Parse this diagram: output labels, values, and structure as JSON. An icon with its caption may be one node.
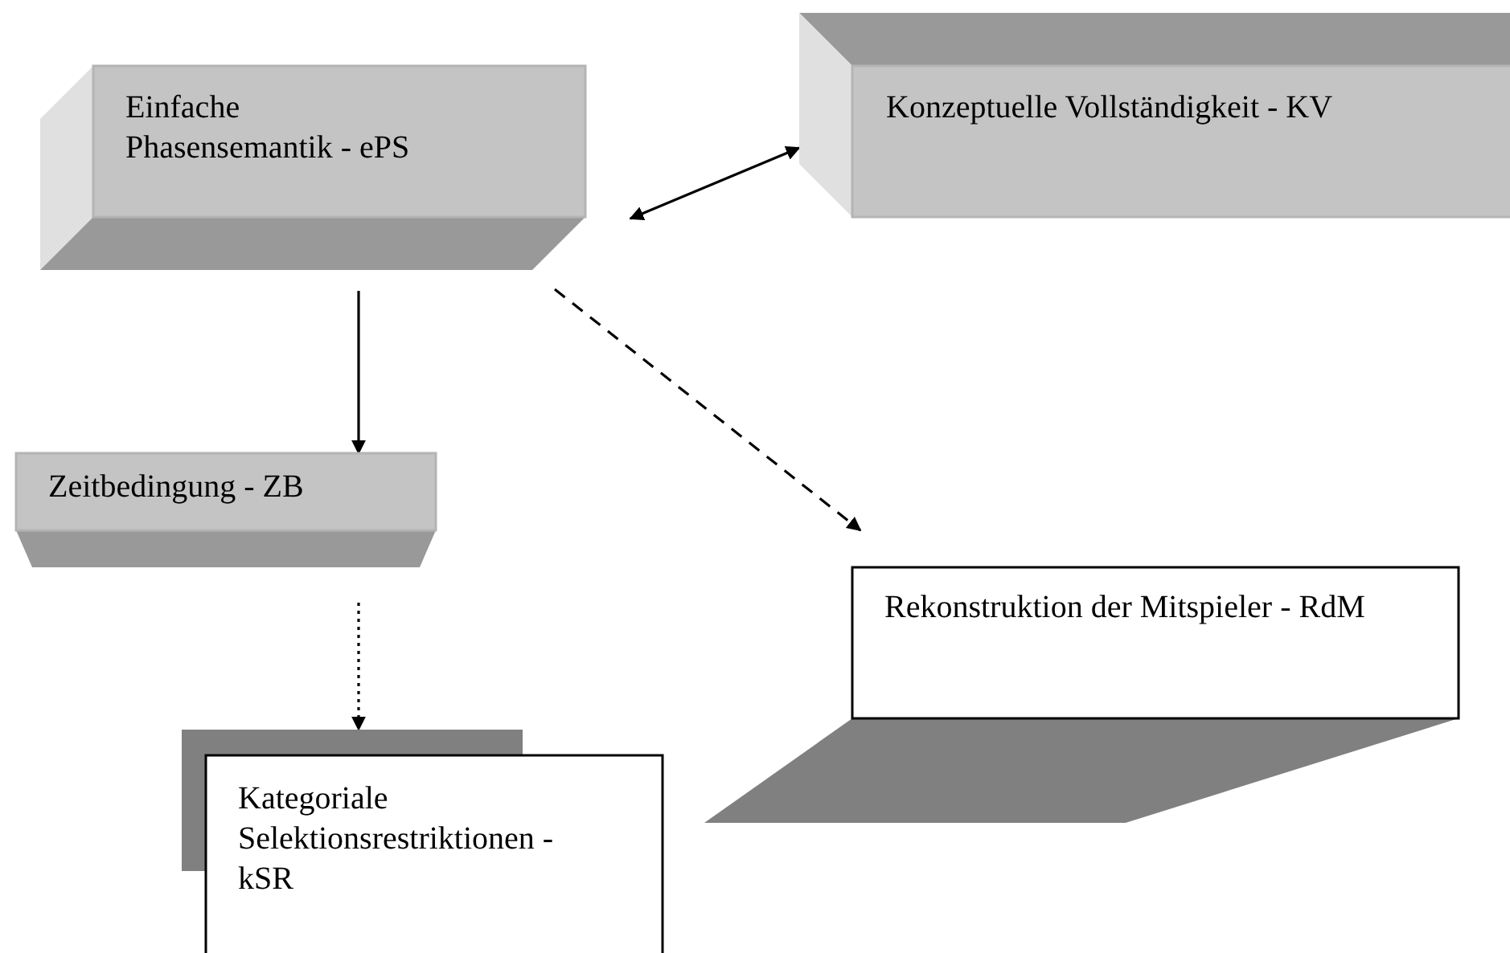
{
  "diagram": {
    "nodes": [
      {
        "text": [
          "Einfache Phasensemantik - ePS"
        ]
      },
      {
        "text": [
          "Konzeptuelle Vollständigkeit - KV"
        ]
      },
      {
        "text": [
          "Zeitbedingung - ZB"
        ]
      },
      {
        "text": [
          "Rekonstruktion der Mitspieler - RdM"
        ]
      },
      {
        "text": [
          "Kategoriale Selektionsrestriktionen - kSR"
        ]
      }
    ],
    "edges": [
      {
        "from": 0,
        "to": 1,
        "arrow": "both"
      },
      {
        "from": 0,
        "to": 2,
        "arrow": "to"
      },
      {
        "from": 0,
        "to": 3,
        "arrow": "to",
        "style": "dashed"
      },
      {
        "from": 2,
        "to": 4,
        "arrow": "to",
        "style": "dashed"
      }
    ]
  }
}
